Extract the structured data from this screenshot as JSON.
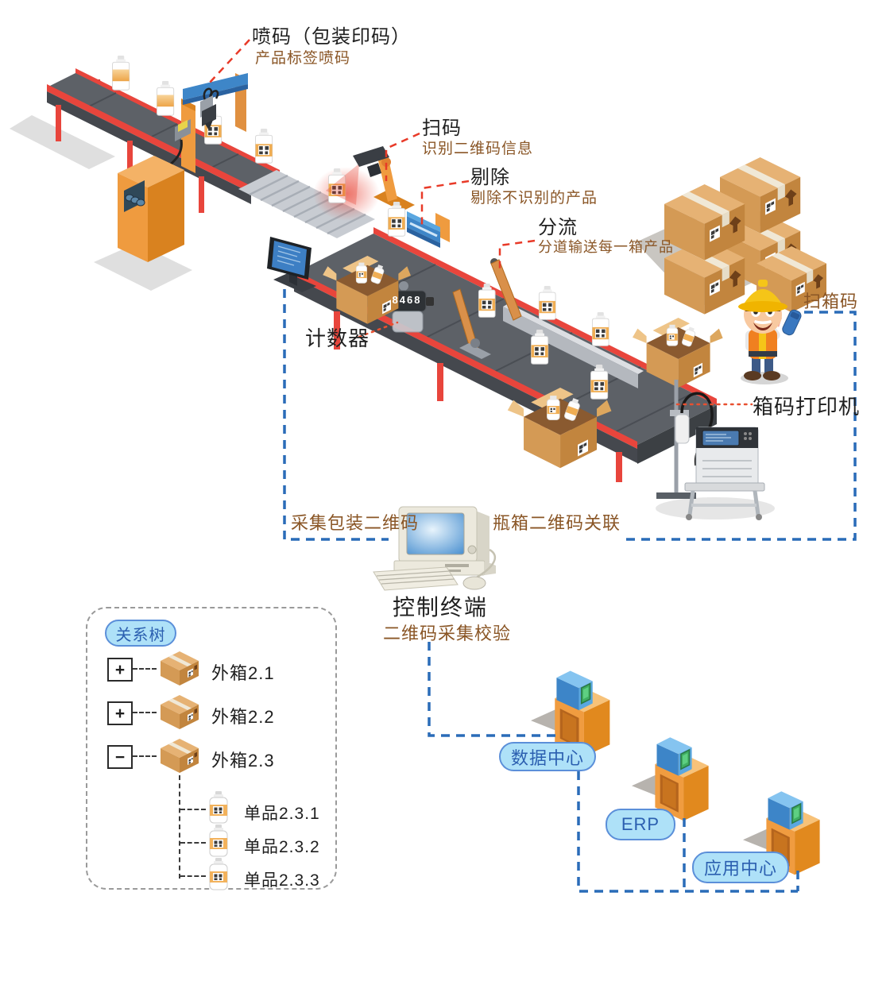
{
  "colors": {
    "annotation_red": "#e83a28",
    "link_blue": "#2a6cb8",
    "label_brown": "#8a5626",
    "label_black": "#1f1f1f",
    "pill_fill": "#aee1f8",
    "pill_border": "#5b8fd9",
    "pill_text": "#2b5fb0",
    "conveyor_red": "#e8453c",
    "machine_orange": "#ef9b3f",
    "carton_tan": "#d49a55"
  },
  "stations": {
    "inkjet": {
      "title": "喷码（包装印码）",
      "subtitle": "产品标签喷码"
    },
    "scan": {
      "title": "扫码",
      "subtitle": "识别二维码信息"
    },
    "reject": {
      "title": "剔除",
      "subtitle": "剔除不识别的产品"
    },
    "divert": {
      "title": "分流",
      "subtitle": "分道输送每一箱产品"
    },
    "counter": {
      "title": "计数器",
      "display_value": "8468"
    },
    "scan_box": {
      "title": "扫箱码"
    },
    "box_printer": {
      "title": "箱码打印机"
    }
  },
  "links": {
    "collect": "采集包装二维码",
    "bottle_box": "瓶箱二维码关联"
  },
  "terminal": {
    "title": "控制终端",
    "subtitle": "二维码采集校验"
  },
  "tree": {
    "badge": "关系树",
    "nodes": [
      {
        "toggle": "+",
        "label": "外箱2.1"
      },
      {
        "toggle": "+",
        "label": "外箱2.2"
      },
      {
        "toggle": "−",
        "label": "外箱2.3",
        "children": [
          "单品2.3.1",
          "单品2.3.2",
          "单品2.3.3"
        ]
      }
    ]
  },
  "systems": [
    {
      "label": "数据中心"
    },
    {
      "label": "ERP"
    },
    {
      "label": "应用中心"
    }
  ]
}
